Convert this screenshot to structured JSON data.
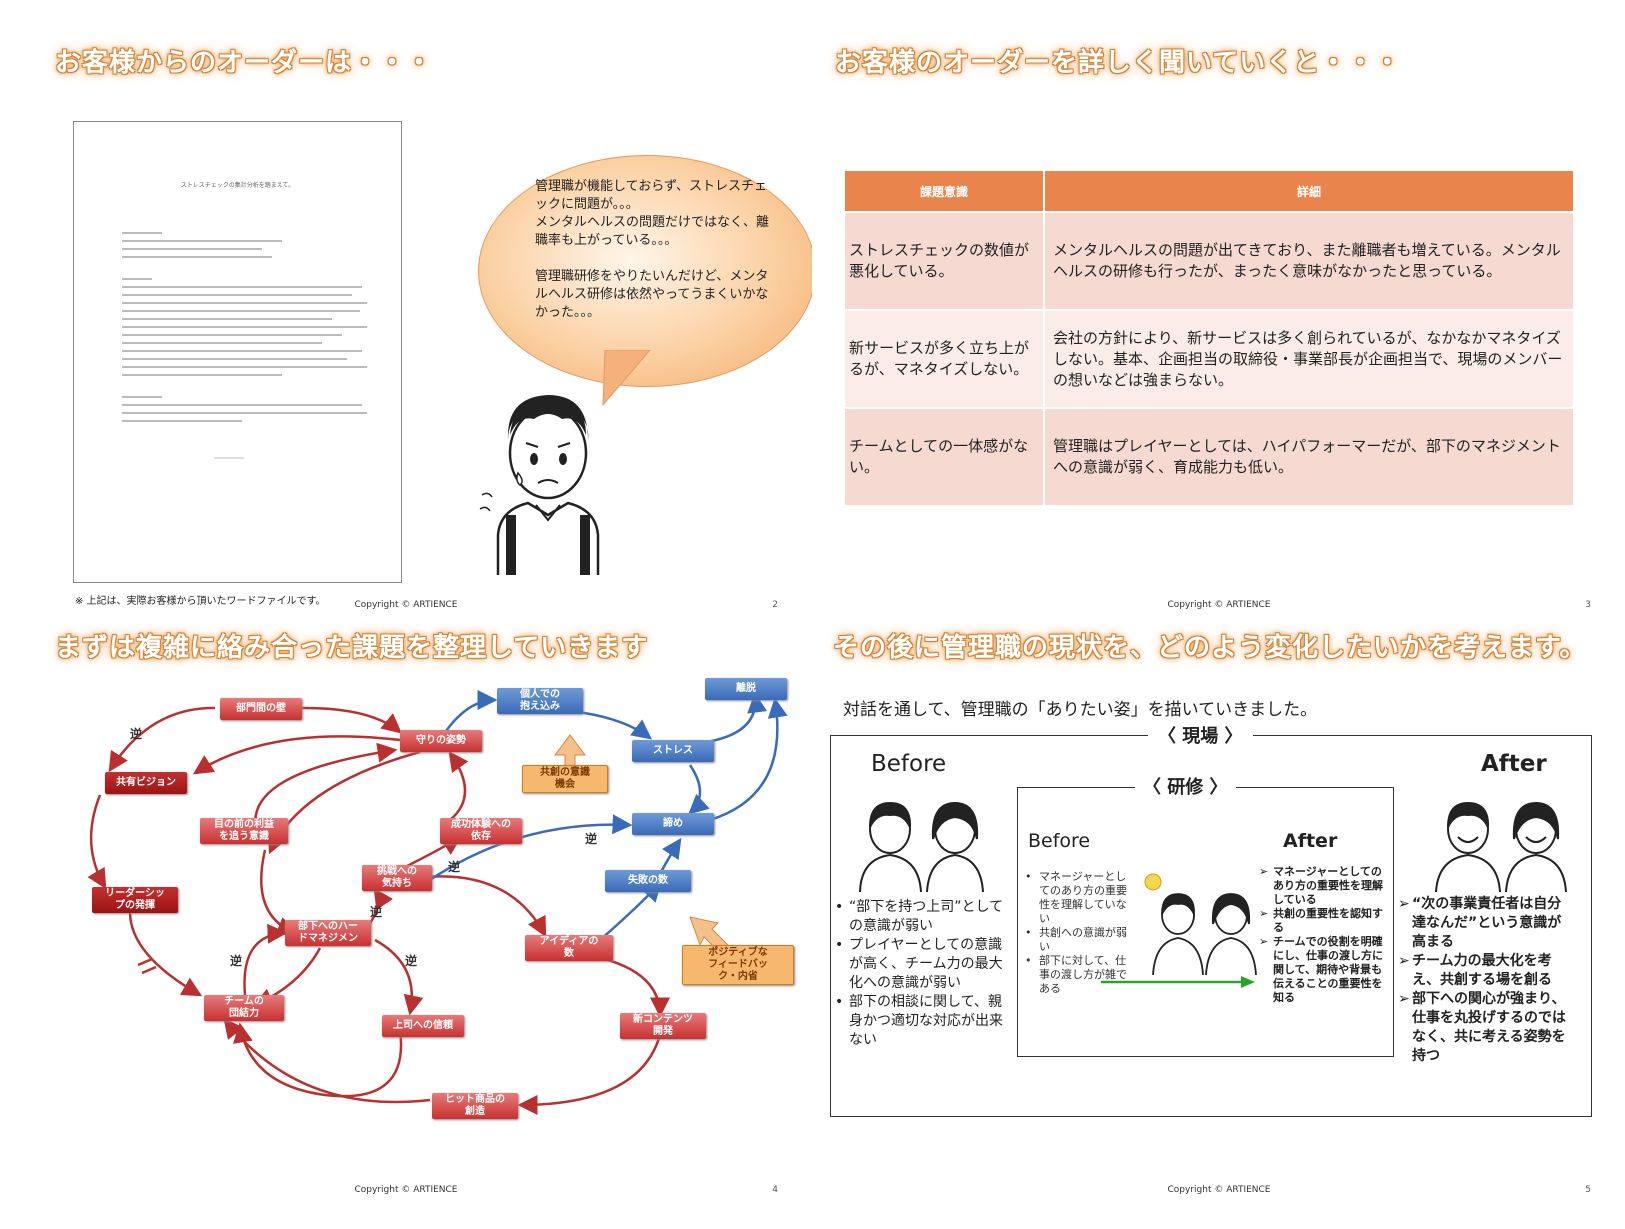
{
  "slide1": {
    "title": "お客様からのオーダーは・・・",
    "doc_title": "ストレスチェックの集計分析を踏まえて。",
    "note": "※ 上記は、実際お客様から頂いたワードファイルです。",
    "bubble": "管理職が機能しておらず、ストレスチェックに問題が。。。\nメンタルヘルスの問題だけではなく、離職率も上がっている。。。\n\n管理職研修をやりたいんだけど、メンタルヘルス研修は依然やってうまくいかなかった。。。",
    "copyright": "Copyright © ARTIENCE",
    "page": "2"
  },
  "slide2": {
    "title": "お客様のオーダーを詳しく聞いていくと・・・",
    "headers": [
      "課題意識",
      "詳細"
    ],
    "rows": [
      [
        "ストレスチェックの数値が悪化している。",
        "メンタルヘルスの問題が出てきており、また離職者も増えている。メンタルヘルスの研修も行ったが、まったく意味がなかったと思っている。"
      ],
      [
        "新サービスが多く立ち上がるが、マネタイズしない。",
        "会社の方針により、新サービスは多く創られているが、なかなかマネタイズしない。基本、企画担当の取締役・事業部長が企画担当で、現場のメンバーの想いなどは強まらない。"
      ],
      [
        "チームとしての一体感がない。",
        "管理職はプレイヤーとしては、ハイパフォーマーだが、部下のマネジメントへの意識が弱く、育成能力も低い。"
      ]
    ],
    "copyright": "Copyright © ARTIENCE",
    "page": "3"
  },
  "slide3": {
    "title": "まずは複雑に絡み合った課題を整理していきます",
    "nodes": {
      "bumon": "部門間の壁",
      "kyoyu": "共有ビジョン",
      "mamori": "守りの姿勢",
      "me_no_mae": "目の前の利益\nを追う意識",
      "seiko": "成功体験への\n依存",
      "chosen": "挑戦への\n気持ち",
      "leader": "リーダーシッ\nプの発揮",
      "buka": "部下へのハー\nドマネジメン",
      "team": "チームの\n団結力",
      "joshi": "上司への信頼",
      "idea": "アイディアの\n数",
      "shin": "新コンテンツ\n開発",
      "hit": "ヒット商品の\n創造",
      "kojin": "個人での\n抱え込み",
      "stress": "ストレス",
      "rishoku": "離脱",
      "akirame": "諦め",
      "shippai": "失敗の数",
      "kyoso": "共創の意識\n機会",
      "positive": "ポジティブな\nフィードバッ\nク・内省"
    },
    "gyaku": "逆",
    "copyright": "Copyright © ARTIENCE",
    "page": "4"
  },
  "slide4": {
    "title": "その後に管理職の現状を、どのよう変化したいかを考えます。",
    "intro": "対話を通して、管理職の「ありたい姿」を描いていきました。",
    "genba": "〈 現場 〉",
    "kenshu": "〈 研修 〉",
    "before": "Before",
    "after": "After",
    "before_outer": [
      "“部下を持つ上司”としての意識が弱い",
      "プレイヤーとしての意識が高く、チーム力の最大化への意識が弱い",
      "部下の相談に関して、親身かつ適切な対応が出来ない"
    ],
    "before_inner": [
      "マネージャーとしてのあり方の重要性を理解していない",
      "共創への意識が弱い",
      "部下に対して、仕事の渡し方が雑である"
    ],
    "after_inner": [
      "マネージャーとしてのあり方の重要性を理解している",
      "共創の重要性を認知する",
      "チームでの役割を明確にし、仕事の渡し方に関して、期待や背景も伝えることの重要性を知る"
    ],
    "after_outer": [
      "“次の事業責任者は自分達なんだ”という意識が高まる",
      "チーム力の最大化を考え、共創する場を創る",
      "部下への関心が強まり、仕事を丸投げするのではなく、共に考える姿勢を持つ"
    ],
    "copyright": "Copyright © ARTIENCE",
    "page": "5"
  }
}
